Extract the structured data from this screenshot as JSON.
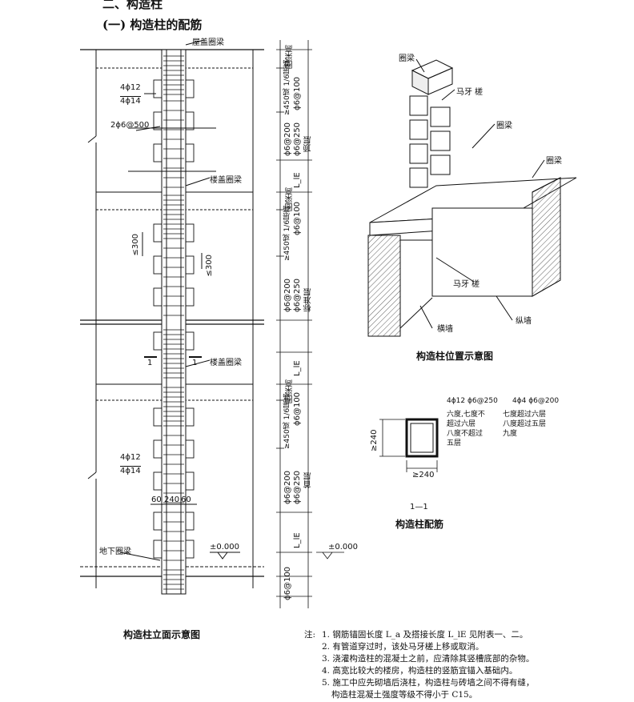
{
  "header": {
    "section_top": "二、构造柱",
    "subsection": "(一) 构造柱的配筋"
  },
  "elevation": {
    "roof_beam": "屋盖圈梁",
    "rebar_top_a": "4ϕ12",
    "rebar_top_b": "4ϕ14",
    "tie_bar": "2ϕ6@500",
    "floor_beam_1": "楼盖圈梁",
    "le300_a": "≤300",
    "le300_b": "≤300",
    "section_mark_l": "1",
    "section_mark_r": "1",
    "floor_beam_2": "楼盖圈梁",
    "rebar_bot_a": "4ϕ12",
    "rebar_bot_b": "4ϕ14",
    "dim_60a": "60",
    "dim_240": "240",
    "dim_60b": "60",
    "ground_beam": "地下圈梁",
    "level_mark": "±0.000",
    "level_mark_right": "±0.000",
    "caption": "构造柱立面示意图",
    "dims_right": [
      "圈梁高",
      "≥450或 1/6层高",
      "ϕ6@100",
      "ϕ6@200",
      "ϕ6@250",
      "顶层",
      "L_lE",
      "圈梁高",
      "ϕ6@100",
      "≥450或 1/6层高",
      "ϕ6@200",
      "ϕ6@250",
      "标准层",
      "L_lE",
      "圈梁高",
      "ϕ6@100",
      "≥450或 1/6层高",
      "ϕ6@200",
      "ϕ6@250",
      "首层",
      "L_lE",
      "ϕ6@100"
    ]
  },
  "iso": {
    "label_beam_top": "圈梁",
    "label_toothed_top": "马牙 槎",
    "label_beam_mid": "圈梁",
    "label_beam_right": "圈梁",
    "label_toothed_bottom": "马牙 槎",
    "label_cross_wall": "横墙",
    "label_long_wall": "纵墙",
    "caption": "构造柱位置示意图"
  },
  "section": {
    "col_a_rebar": "4ϕ12 ϕ6@250",
    "col_a_desc": [
      "六度,七度不",
      "超过六层",
      "八度不超过",
      "五层"
    ],
    "col_b_rebar": "4ϕ4 ϕ6@200",
    "col_b_desc": [
      "七度超过六层",
      "八度超过五层",
      "九度"
    ],
    "dim_side": "≥240",
    "dim_bottom": "≥240",
    "cut_label": "1—1",
    "caption": "构造柱配筋"
  },
  "notes": {
    "prefix": "注:",
    "items": [
      "1. 钢筋锚固长度 L_a 及搭接长度 L_lE 见附表一、二。",
      "2. 有管道穿过时，该处马牙槎上移或取消。",
      "3. 浇灌构造柱的混凝土之前，应清除其竖槽底部的杂物。",
      "4. 高宽比较大的楼房，构造柱的竖筋宜锚入基础内。",
      "5. 施工中应先砌墙后浇柱，构造柱与砖墙之间不得有缝，",
      "构造柱混凝土强度等级不得小于 C15。"
    ]
  }
}
